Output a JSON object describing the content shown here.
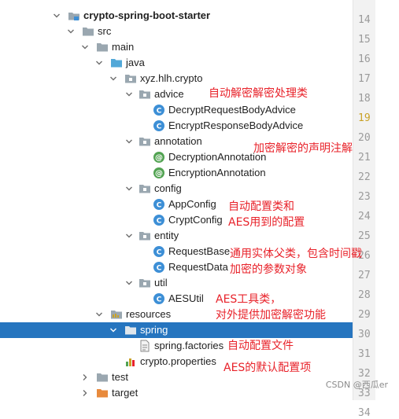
{
  "tree": [
    {
      "label": "crypto-spring-boot-starter",
      "icon": "module-folder-icon",
      "expanded": true,
      "bold": true
    },
    {
      "label": "src",
      "icon": "folder-icon",
      "expanded": true
    },
    {
      "label": "main",
      "icon": "folder-icon",
      "expanded": true
    },
    {
      "label": "java",
      "icon": "source-folder-icon",
      "expanded": true
    },
    {
      "label": "xyz.hlh.crypto",
      "icon": "package-icon",
      "expanded": true
    },
    {
      "label": "advice",
      "icon": "package-icon",
      "expanded": true
    },
    {
      "label": "DecryptRequestBodyAdvice",
      "icon": "class-icon"
    },
    {
      "label": "EncryptResponseBodyAdvice",
      "icon": "class-icon"
    },
    {
      "label": "annotation",
      "icon": "package-icon",
      "expanded": true
    },
    {
      "label": "DecryptionAnnotation",
      "icon": "annotation-icon"
    },
    {
      "label": "EncryptionAnnotation",
      "icon": "annotation-icon"
    },
    {
      "label": "config",
      "icon": "package-icon",
      "expanded": true
    },
    {
      "label": "AppConfig",
      "icon": "class-icon"
    },
    {
      "label": "CryptConfig",
      "icon": "class-icon"
    },
    {
      "label": "entity",
      "icon": "package-icon",
      "expanded": true
    },
    {
      "label": "RequestBase",
      "icon": "class-icon"
    },
    {
      "label": "RequestData",
      "icon": "class-icon"
    },
    {
      "label": "util",
      "icon": "package-icon",
      "expanded": true
    },
    {
      "label": "AESUtil",
      "icon": "class-icon"
    },
    {
      "label": "resources",
      "icon": "resources-folder-icon",
      "expanded": true
    },
    {
      "label": "spring",
      "icon": "folder-icon",
      "expanded": true,
      "selected": true
    },
    {
      "label": "spring.factories",
      "icon": "file-icon"
    },
    {
      "label": "crypto.properties",
      "icon": "properties-file-icon"
    },
    {
      "label": "test",
      "icon": "folder-icon",
      "expanded": false
    },
    {
      "label": "target",
      "icon": "excluded-folder-icon",
      "expanded": false
    }
  ],
  "line_numbers": [
    "14",
    "15",
    "16",
    "17",
    "18",
    "19",
    "20",
    "21",
    "22",
    "23",
    "24",
    "25",
    "26",
    "27",
    "28",
    "29",
    "30",
    "31",
    "32",
    "33",
    "34"
  ],
  "current_line": "19",
  "annotations": [
    "自动解密解密处理类",
    "加密解密的声明注解",
    "自动配置类和",
    "AES用到的配置",
    "通用实体父类，包含时间戳",
    "加密的参数对象",
    "AES工具类，",
    "对外提供加密解密功能",
    "自动配置文件",
    "AES的默认配置项"
  ],
  "watermark": "CSDN @西瓜er",
  "colors": {
    "selection": "#2675bf",
    "annotation": "#e8222a",
    "class_icon": "#3d8fd6",
    "annotation_icon": "#52a352"
  }
}
